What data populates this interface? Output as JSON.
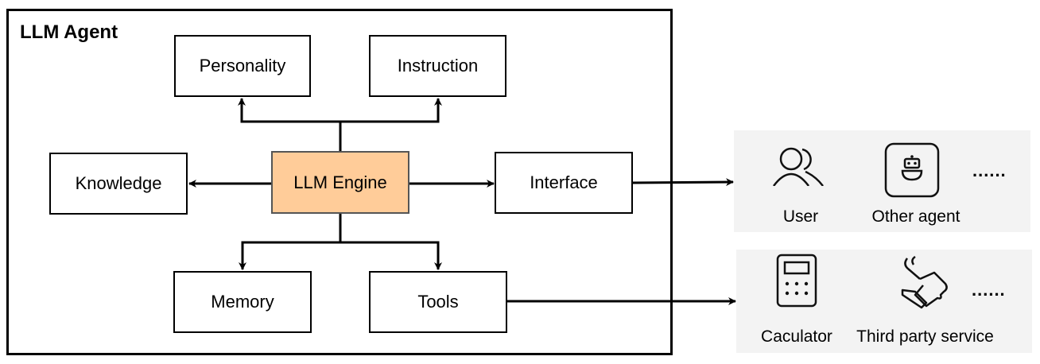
{
  "diagram": {
    "title": "LLM Agent",
    "nodes": {
      "personality": "Personality",
      "instruction": "Instruction",
      "knowledge": "Knowledge",
      "engine": "LLM Engine",
      "interface": "Interface",
      "memory": "Memory",
      "tools": "Tools"
    },
    "engine_color": "#ffcc99",
    "interface_targets": {
      "items": [
        {
          "label": "User",
          "icon": "users-icon"
        },
        {
          "label": "Other agent",
          "icon": "robot-icon"
        }
      ],
      "more": "......"
    },
    "tool_targets": {
      "items": [
        {
          "label": "Caculator",
          "icon": "calculator-icon"
        },
        {
          "label": "Third party service",
          "icon": "wrench-hand-icon"
        }
      ],
      "more": "......"
    }
  }
}
